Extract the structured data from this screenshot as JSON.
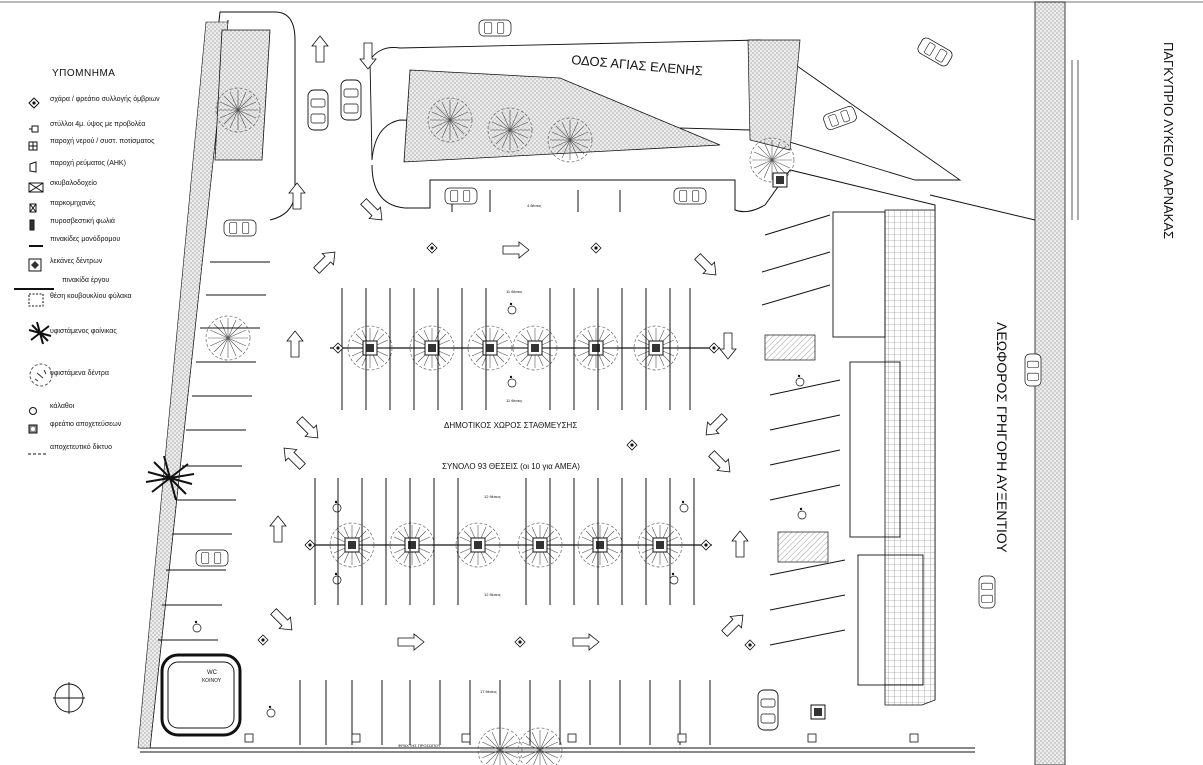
{
  "legend": {
    "title": "ΥΠΟΜΝΗΜΑ",
    "items": [
      {
        "icon": "drain-grate-icon",
        "label": "σχάρα / φρεάτιο συλλογής όμβριων"
      },
      {
        "icon": "light-pole-icon",
        "label": "στύλλοι 4μ. ύψος με προβολέα"
      },
      {
        "icon": "water-supply-icon",
        "label": "παροχή νερού / συστ. ποτίσματος"
      },
      {
        "icon": "power-supply-icon",
        "label": "παροχή ρεύματος (ΑΗΚ)"
      },
      {
        "icon": "dumpster-icon",
        "label": "σκυβαλοδοχείο"
      },
      {
        "icon": "parking-meter-icon",
        "label": "παρκομηχανές"
      },
      {
        "icon": "fire-hydrant-icon",
        "label": "πυροσβεστική φωλιά"
      },
      {
        "icon": "one-way-sign-icon",
        "label": "πινακίδες μονόδρομου"
      },
      {
        "icon": "tree-pit-icon",
        "label": "λεκάνες δέντρων"
      },
      {
        "icon": "project-sign-icon",
        "label": "πινακίδα έργου"
      },
      {
        "icon": "guard-booth-icon",
        "label": "θέση κουβουκλίου φύλακα"
      },
      {
        "icon": "palm-tree-icon",
        "label": "υφιστάμενος φοίνικας"
      },
      {
        "icon": "existing-tree-icon",
        "label": "υφιστάμενα δέντρα"
      },
      {
        "icon": "bin-icon",
        "label": "κάλαθοι"
      },
      {
        "icon": "sewer-manhole-icon",
        "label": "φρεάτιο αποχετεύσεων"
      },
      {
        "icon": "sewer-line-icon",
        "label": "αποχετευτικό δίκτυο"
      }
    ]
  },
  "labels": {
    "street_north": "ΟΔΟΣ ΑΓΙΑΣ ΕΛΕΝΗΣ",
    "street_east": "ΛΕΩΦΟΡΟΣ ΓΡΗΓΟΡΗ ΑΥΞΕΝΤΙΟΥ",
    "school": "ΠΑΓΚΥΠΡΙΟ ΛΥΚΕΙΟ ΛΑΡΝΑΚΑΣ",
    "parking_name": "ΔΗΜΟΤΙΚΟΣ ΧΩΡΟΣ ΣΤΑΘΜΕΥΣΗΣ",
    "parking_total": "ΣΥΝΟΛΟ 93 ΘΕΣΕΙΣ (οι 10 για ΑΜΕΑ)",
    "wc": "WC",
    "wc_sub": "ΚΟΙΝΟΥ",
    "row_label_1": "11 θέσεις",
    "row_label_2": "11 θέσεις",
    "row_label_3": "12 θέσεις",
    "row_label_4": "12 θέσεις",
    "row_label_5": "17 θέσεις",
    "row_label_6": "4 θέσεις",
    "fence": "ΦΡΑΧΤΗΣ ΠΡΟΣΩΠΟΥ"
  },
  "colors": {
    "line": "#1a1a1a",
    "hatch": "#9a9a9a",
    "green_area": "#d9d9d9",
    "tree": "#555555"
  }
}
